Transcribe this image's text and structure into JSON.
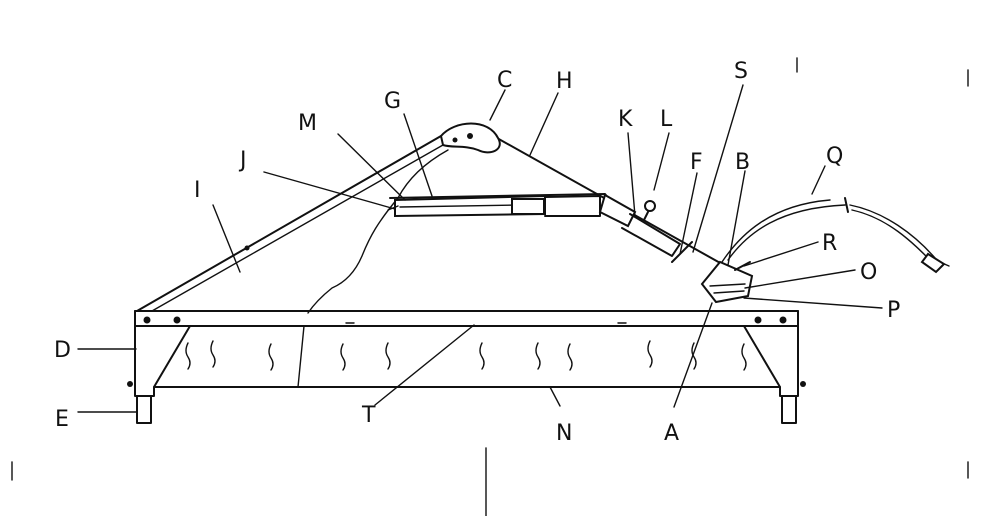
{
  "diagram": {
    "labels": {
      "A": "A",
      "B": "B",
      "C": "C",
      "D": "D",
      "E": "E",
      "F": "F",
      "G": "G",
      "H": "H",
      "I": "I",
      "J": "J",
      "K": "K",
      "L": "L",
      "M": "M",
      "N": "N",
      "O": "O",
      "P": "P",
      "Q": "Q",
      "R": "R",
      "S": "S",
      "T": "T"
    }
  }
}
